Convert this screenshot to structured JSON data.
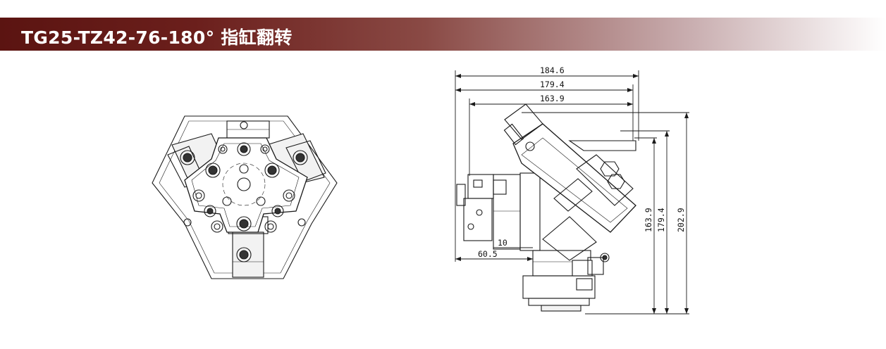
{
  "title": "TG25-TZ42-76-180° 指缸翻转",
  "dimensions": {
    "width_total": "184.6",
    "width_mid": "179.4",
    "width_inner": "163.9",
    "offset_60": "60.5",
    "offset_10": "10",
    "height_163": "163.9",
    "height_179": "179.4",
    "height_202": "202.9"
  }
}
